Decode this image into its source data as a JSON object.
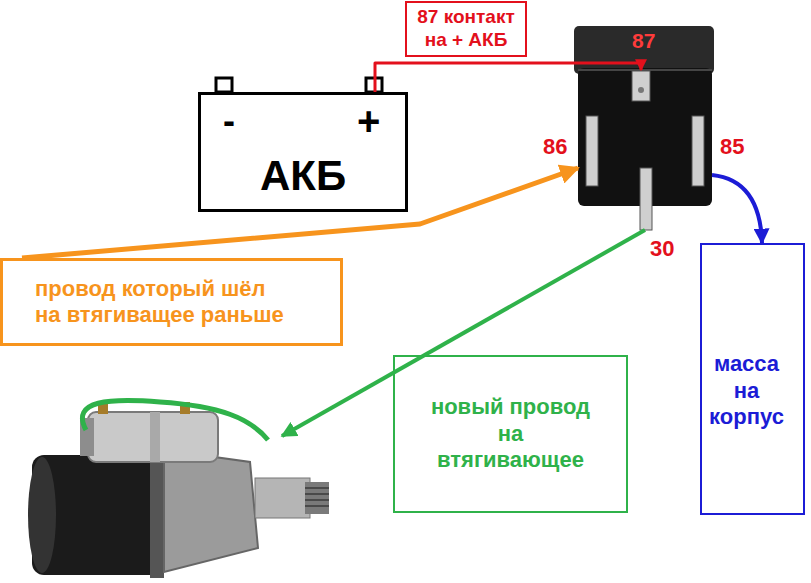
{
  "diagram": {
    "nodes": [
      {
        "text": [
          "87 контакт на + АКБ"
        ]
      },
      {
        "text": [
          "-",
          "+",
          "АКБ"
        ]
      },
      {
        "text": [
          "87"
        ]
      },
      {
        "text": [
          "провод который шёл на втягиващее раньше"
        ]
      },
      {
        "text": [
          "новый провод на втягивающее"
        ]
      },
      {
        "text": [
          "масса на корпус"
        ]
      }
    ],
    "edges": [
      {
        "from": 1,
        "to": 2,
        "arrow": "to"
      },
      {
        "from": 3,
        "to": 2,
        "arrow": "to"
      },
      {
        "from": 2,
        "to": 5,
        "arrow": "to"
      }
    ],
    "labels": [
      "86",
      "85",
      "30"
    ]
  }
}
